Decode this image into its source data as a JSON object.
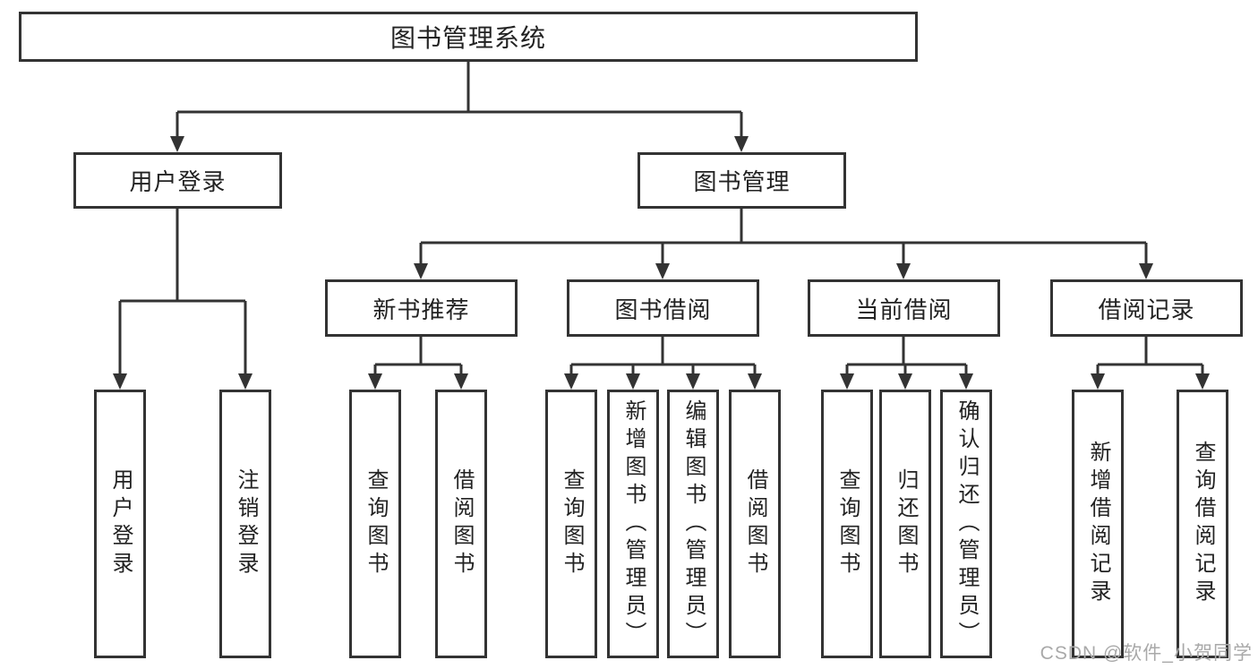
{
  "diagram": {
    "root": {
      "label": "图书管理系统"
    },
    "branches": [
      {
        "label": "用户登录",
        "children": [
          {
            "label": "用户登录"
          },
          {
            "label": "注销登录"
          }
        ]
      },
      {
        "label": "图书管理",
        "children": [
          {
            "label": "新书推荐",
            "children": [
              {
                "label": "查询图书"
              },
              {
                "label": "借阅图书"
              }
            ]
          },
          {
            "label": "图书借阅",
            "children": [
              {
                "label": "查询图书"
              },
              {
                "label": "新增图书（管理员）"
              },
              {
                "label": "编辑图书（管理员）"
              },
              {
                "label": "借阅图书"
              }
            ]
          },
          {
            "label": "当前借阅",
            "children": [
              {
                "label": "查询图书"
              },
              {
                "label": "归还图书"
              },
              {
                "label": "确认归还（管理员）"
              }
            ]
          },
          {
            "label": "借阅记录",
            "children": [
              {
                "label": "新增借阅记录"
              },
              {
                "label": "查询借阅记录"
              }
            ]
          }
        ]
      }
    ]
  },
  "watermark": {
    "text": "CSDN @软件_小贺同学"
  },
  "colors": {
    "line": "#333333",
    "box_border": "#333333",
    "text": "#222222",
    "background": "#ffffff",
    "watermark": "#a9a9a9"
  }
}
